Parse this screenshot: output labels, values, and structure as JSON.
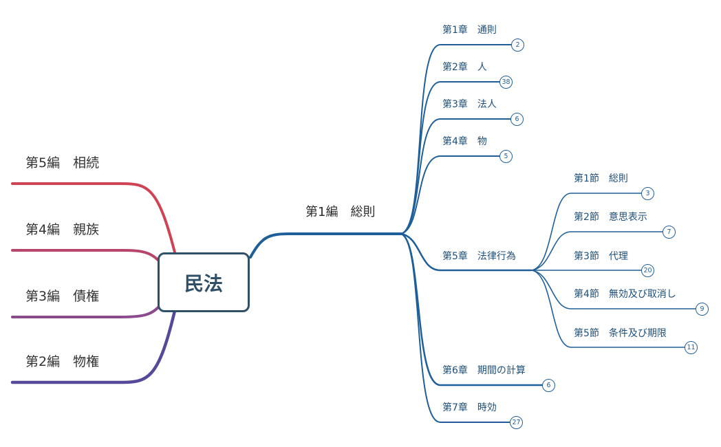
{
  "center": {
    "label": "民法"
  },
  "left_branches": [
    {
      "label": "第5編　相続",
      "color": "#cf4454"
    },
    {
      "label": "第4編　親族",
      "color": "#b8466a"
    },
    {
      "label": "第3編　債権",
      "color": "#8a4a8c"
    },
    {
      "label": "第2編　物権",
      "color": "#56499a"
    }
  ],
  "right_branch": {
    "label": "第1編　総則",
    "color": "#1f5f99",
    "chapters": [
      {
        "label": "第1章　通則",
        "count": "2"
      },
      {
        "label": "第2章　人",
        "count": "38"
      },
      {
        "label": "第3章　法人",
        "count": "6"
      },
      {
        "label": "第4章　物",
        "count": "5"
      },
      {
        "label": "第5章　法律行為",
        "sections": [
          {
            "label": "第1節　総則",
            "count": "3"
          },
          {
            "label": "第2節　意思表示",
            "count": "7"
          },
          {
            "label": "第3節　代理",
            "count": "20"
          },
          {
            "label": "第4節　無効及び取消し",
            "count": "9"
          },
          {
            "label": "第5節　条件及び期限",
            "count": "11"
          }
        ]
      },
      {
        "label": "第6章　期間の計算",
        "count": "6"
      },
      {
        "label": "第7章　時効",
        "count": "27"
      }
    ]
  }
}
